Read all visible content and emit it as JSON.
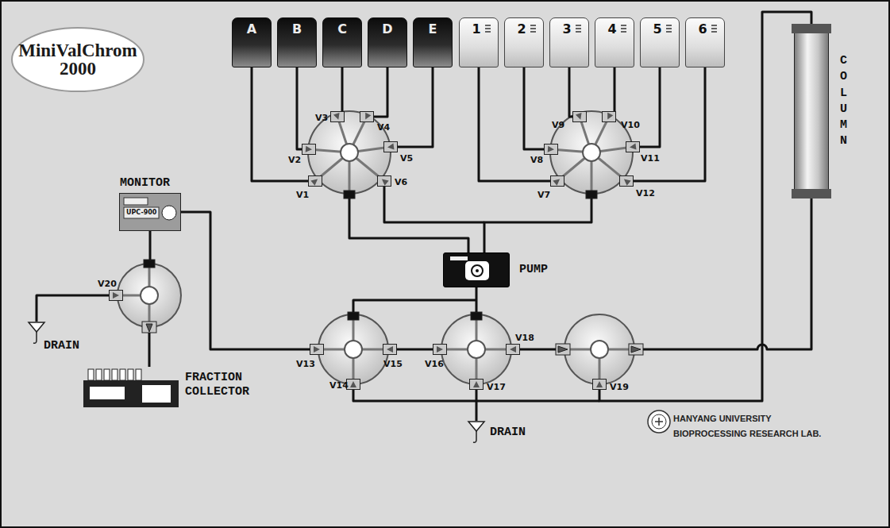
{
  "diagram": {
    "nodes": [
      {
        "text": [
          "MiniValChrom 2000"
        ]
      },
      {
        "text": [
          "A"
        ]
      },
      {
        "text": [
          "B"
        ]
      },
      {
        "text": [
          "C"
        ]
      },
      {
        "text": [
          "D"
        ]
      },
      {
        "text": [
          "E"
        ]
      },
      {
        "text": [
          "1"
        ]
      },
      {
        "text": [
          "2"
        ]
      },
      {
        "text": [
          "3"
        ]
      },
      {
        "text": [
          "4"
        ]
      },
      {
        "text": [
          "5"
        ]
      },
      {
        "text": [
          "6"
        ]
      },
      {
        "text": [
          "COLUMN"
        ]
      },
      {
        "text": [
          "MONITOR",
          "UPC-900"
        ]
      },
      {
        "text": [
          "PUMP"
        ]
      },
      {
        "text": [
          "V1"
        ]
      },
      {
        "text": [
          "V2"
        ]
      },
      {
        "text": [
          "V3"
        ]
      },
      {
        "text": [
          "V4"
        ]
      },
      {
        "text": [
          "V5"
        ]
      },
      {
        "text": [
          "V6"
        ]
      },
      {
        "text": [
          "V7"
        ]
      },
      {
        "text": [
          "V8"
        ]
      },
      {
        "text": [
          "V9"
        ]
      },
      {
        "text": [
          "V10"
        ]
      },
      {
        "text": [
          "V11"
        ]
      },
      {
        "text": [
          "V12"
        ]
      },
      {
        "text": [
          "V13"
        ]
      },
      {
        "text": [
          "V14"
        ]
      },
      {
        "text": [
          "V15"
        ]
      },
      {
        "text": [
          "V16"
        ]
      },
      {
        "text": [
          "V17"
        ]
      },
      {
        "text": [
          "V18"
        ]
      },
      {
        "text": [
          "V19"
        ]
      },
      {
        "text": [
          "V20"
        ]
      },
      {
        "text": [
          "DRAIN"
        ]
      },
      {
        "text": [
          "DRAIN"
        ]
      },
      {
        "text": [
          "FRACTION COLLECTOR"
        ]
      },
      {
        "text": [
          "HANYANG UNIVERSITY BIOPROCESSING RESEARCH LAB."
        ]
      }
    ],
    "edges": [
      {
        "from": 1,
        "to": 15,
        "arrow": "none"
      },
      {
        "from": 2,
        "to": 16,
        "arrow": "none"
      },
      {
        "from": 3,
        "to": 17,
        "arrow": "none"
      },
      {
        "from": 4,
        "to": 18,
        "arrow": "none"
      },
      {
        "from": 5,
        "to": 19,
        "arrow": "none"
      },
      {
        "from": 6,
        "to": 21,
        "arrow": "none"
      },
      {
        "from": 7,
        "to": 22,
        "arrow": "none"
      },
      {
        "from": 8,
        "to": 23,
        "arrow": "none"
      },
      {
        "from": 9,
        "to": 24,
        "arrow": "none"
      },
      {
        "from": 10,
        "to": 25,
        "arrow": "none"
      },
      {
        "from": 11,
        "to": 26,
        "arrow": "none"
      },
      {
        "from": 27,
        "to": 13,
        "arrow": "none"
      },
      {
        "from": 31,
        "to": 36,
        "arrow": "none"
      },
      {
        "from": 34,
        "to": 35,
        "arrow": "none"
      },
      {
        "from": 33,
        "to": 12,
        "arrow": "none"
      }
    ]
  }
}
